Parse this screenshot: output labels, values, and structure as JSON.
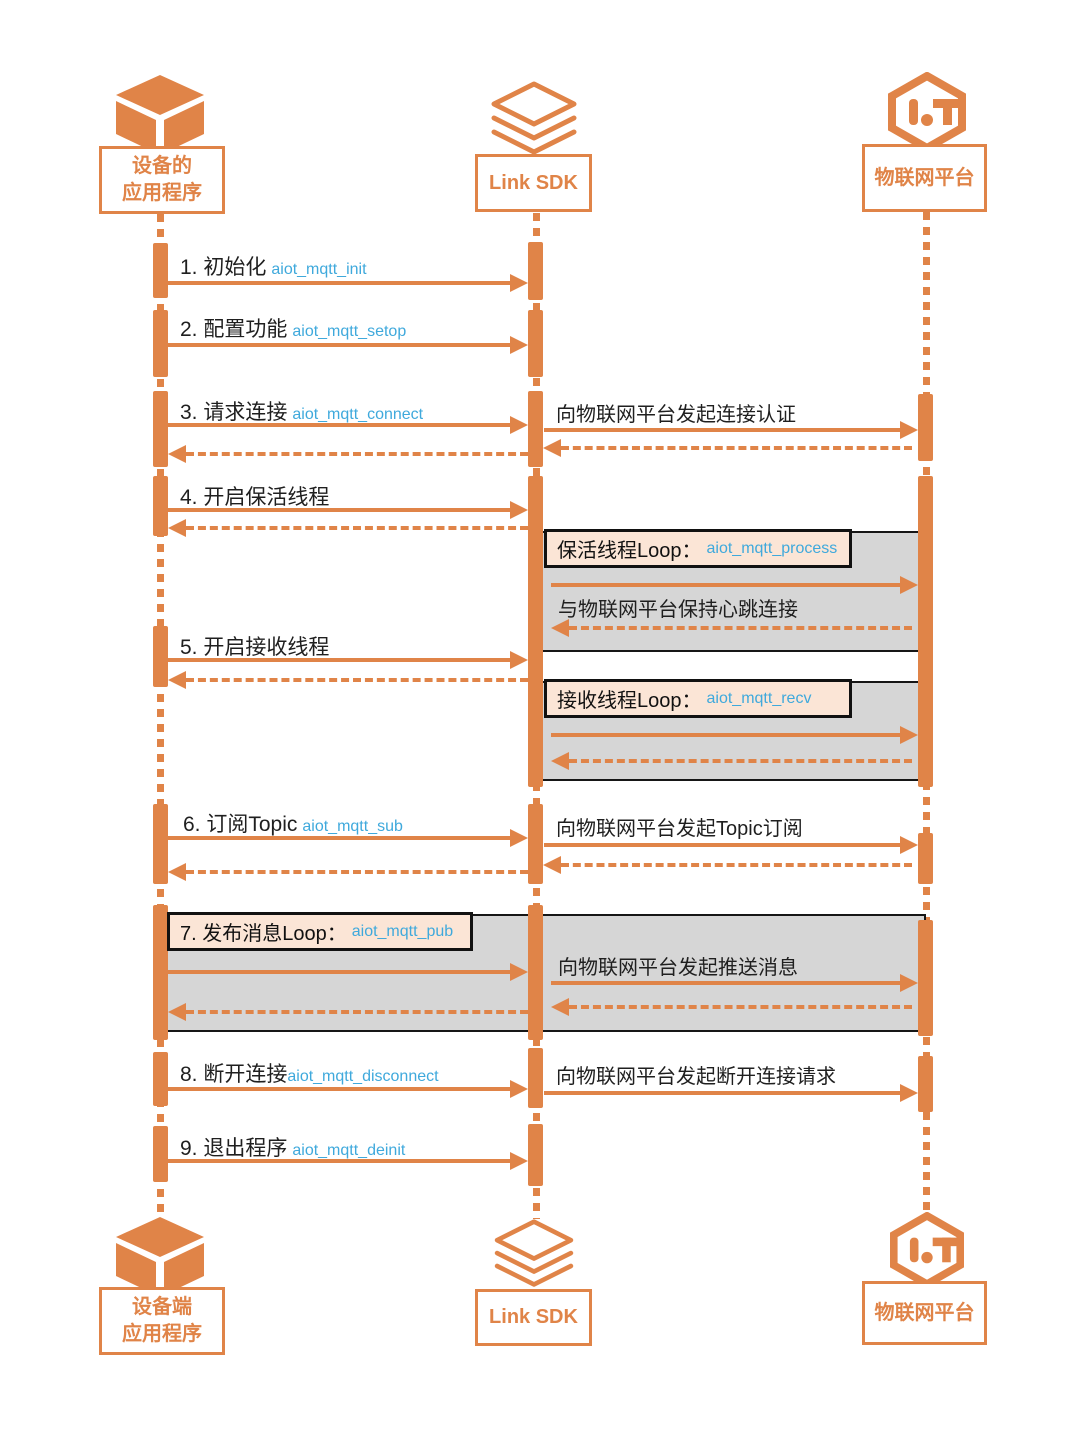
{
  "colors": {
    "orange": "#E08448",
    "blue": "#3FA9DC",
    "loop_panel_gray": "#D6D6D6",
    "loop_label_peach": "#FBE5D6"
  },
  "actors": {
    "device_top": {
      "line1": "设备的",
      "line2": "应用程序"
    },
    "sdk_top": {
      "label": "Link SDK"
    },
    "iot_top": {
      "label": "物联网平台"
    },
    "device_bottom": {
      "line1": "设备端",
      "line2": "应用程序"
    },
    "sdk_bottom": {
      "label": "Link SDK"
    },
    "iot_bottom": {
      "label": "物联网平台"
    }
  },
  "messages": {
    "m1": {
      "label": "1. 初始化",
      "code": "aiot_mqtt_init"
    },
    "m2": {
      "label": "2. 配置功能",
      "code": "aiot_mqtt_setop"
    },
    "m3": {
      "label": "3. 请求连接",
      "code": "aiot_mqtt_connect",
      "note": "向物联网平台发起连接认证"
    },
    "m4": {
      "label": "4. 开启保活线程"
    },
    "m5": {
      "label": "5. 开启接收线程"
    },
    "m6": {
      "label": "6. 订阅Topic",
      "code": "aiot_mqtt_sub",
      "note": "向物联网平台发起Topic订阅"
    },
    "m8": {
      "label": "8. 断开连接",
      "code": "aiot_mqtt_disconnect",
      "note": "向物联网平台发起断开连接请求"
    },
    "m9": {
      "label": "9. 退出程序",
      "code": "aiot_mqtt_deinit"
    }
  },
  "loops": {
    "keepalive": {
      "title": "保活线程Loop：",
      "code": "aiot_mqtt_process",
      "note": "与物联网平台保持心跳连接"
    },
    "receive": {
      "title": "接收线程Loop：",
      "code": "aiot_mqtt_recv"
    },
    "publish": {
      "title": "7. 发布消息Loop：",
      "code": "aiot_mqtt_pub",
      "note": "向物联网平台发起推送消息"
    }
  }
}
